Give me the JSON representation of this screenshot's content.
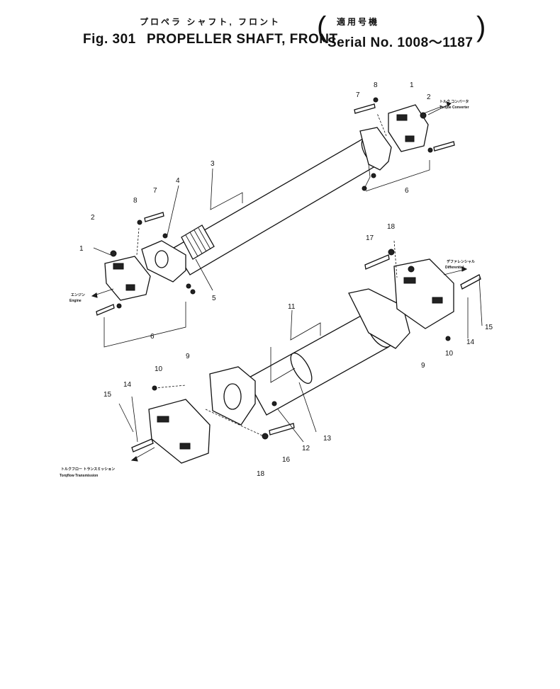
{
  "header": {
    "title_jp": "プロペラ シャフト, フロント",
    "serial_jp": "適用号機",
    "fig_label": "Fig. 301",
    "title_en": "PROPELLER SHAFT, FRONT",
    "serial_en": "Serial No. 1008～1187"
  },
  "callouts": [
    {
      "id": "c-1-top",
      "text": "1"
    },
    {
      "id": "c-2-top",
      "text": "2"
    },
    {
      "id": "c-7-top",
      "text": "7"
    },
    {
      "id": "c-8-top",
      "text": "8"
    },
    {
      "id": "c-3",
      "text": "3"
    },
    {
      "id": "c-6-top",
      "text": "6"
    },
    {
      "id": "c-4",
      "text": "4"
    },
    {
      "id": "c-7-left",
      "text": "7"
    },
    {
      "id": "c-8-left",
      "text": "8"
    },
    {
      "id": "c-2-left",
      "text": "2"
    },
    {
      "id": "c-1-left",
      "text": "1"
    },
    {
      "id": "c-5",
      "text": "5"
    },
    {
      "id": "c-6-left",
      "text": "6"
    },
    {
      "id": "c-17",
      "text": "17"
    },
    {
      "id": "c-18-top",
      "text": "18"
    },
    {
      "id": "c-15-right",
      "text": "15"
    },
    {
      "id": "c-14-right",
      "text": "14"
    },
    {
      "id": "c-10-right",
      "text": "10"
    },
    {
      "id": "c-9-right",
      "text": "9"
    },
    {
      "id": "c-11",
      "text": "11"
    },
    {
      "id": "c-13",
      "text": "13"
    },
    {
      "id": "c-12",
      "text": "12"
    },
    {
      "id": "c-16",
      "text": "16"
    },
    {
      "id": "c-18-bottom",
      "text": "18"
    },
    {
      "id": "c-9-left",
      "text": "9"
    },
    {
      "id": "c-10-left",
      "text": "10"
    },
    {
      "id": "c-14-left",
      "text": "14"
    },
    {
      "id": "c-15-left",
      "text": "15"
    }
  ],
  "annotations": {
    "torque_converter_jp": "トルク コンバータ",
    "torque_converter_en": "Torque Converter",
    "engine_jp": "エンジン",
    "engine_en": "Engine",
    "differential_jp": "デファレンシャル",
    "differential_en": "Differential",
    "torqflow_jp": "トルクフロー トランスミッション",
    "torqflow_en": "Torqflow Transmission"
  }
}
